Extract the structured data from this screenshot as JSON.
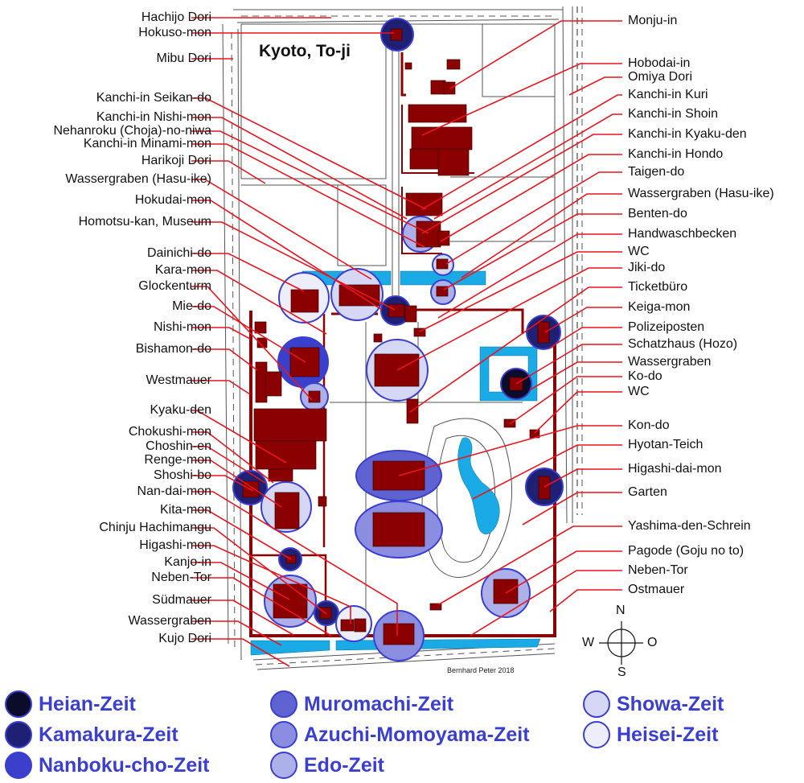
{
  "map": {
    "title": "Kyoto, To-ji",
    "credit": "Bernhard Peter 2018",
    "colors": {
      "building": "#8b0000",
      "water": "#1aabe6",
      "leader": "#e8141e",
      "road": "#555555",
      "legend_text": "#3b3fcf",
      "legend_border": "#3b3fcf"
    },
    "compass": {
      "north": "N",
      "south": "S",
      "west": "W",
      "east": "O"
    }
  },
  "labels_left": [
    {
      "text": "Hachijo Dori"
    },
    {
      "text": "Hokuso-mon"
    },
    {
      "text": "Mibu Dori"
    },
    {
      "text": "Kanchi-in Seikan-do"
    },
    {
      "text": "Kanchi-in Nishi-mon"
    },
    {
      "text": "Nehanroku (Choja)-no-niwa"
    },
    {
      "text": "Kanchi-in Minami-mon"
    },
    {
      "text": "Harikoji Dori"
    },
    {
      "text": "Wassergraben (Hasu-ike)"
    },
    {
      "text": "Hokudai-mon"
    },
    {
      "text": "Homotsu-kan, Museum"
    },
    {
      "text": "Dainichi-do"
    },
    {
      "text": "Kara-mon"
    },
    {
      "text": "Glockenturm"
    },
    {
      "text": "Mie-do"
    },
    {
      "text": "Nishi-mon"
    },
    {
      "text": "Bishamon-do"
    },
    {
      "text": "Westmauer"
    },
    {
      "text": "Kyaku-den"
    },
    {
      "text": "Chokushi-mon"
    },
    {
      "text": "Choshin-en"
    },
    {
      "text": "Renge-mon"
    },
    {
      "text": "Shoshi-bo"
    },
    {
      "text": "Nan-dai-mon"
    },
    {
      "text": "Kita-mon"
    },
    {
      "text": "Chinju Hachimangu"
    },
    {
      "text": "Higashi-mon"
    },
    {
      "text": "Kanjo-in"
    },
    {
      "text": "Neben-Tor"
    },
    {
      "text": "Südmauer"
    },
    {
      "text": "Wassergraben"
    },
    {
      "text": "Kujo Dori"
    }
  ],
  "labels_right": [
    {
      "text": "Monju-in"
    },
    {
      "text": "Hobodai-in"
    },
    {
      "text": "Omiya Dori"
    },
    {
      "text": "Kanchi-in Kuri"
    },
    {
      "text": "Kanchi-in Shoin"
    },
    {
      "text": "Kanchi-in Kyaku-den"
    },
    {
      "text": "Kanchi-in Hondo"
    },
    {
      "text": "Taigen-do"
    },
    {
      "text": "Wassergraben (Hasu-ike)"
    },
    {
      "text": "Benten-do"
    },
    {
      "text": "Handwaschbecken"
    },
    {
      "text": "WC"
    },
    {
      "text": "Jiki-do"
    },
    {
      "text": "Ticketbüro"
    },
    {
      "text": "Keiga-mon"
    },
    {
      "text": "Polizeiposten"
    },
    {
      "text": "Schatzhaus (Hozo)"
    },
    {
      "text": "Wassergraben"
    },
    {
      "text": "Ko-do"
    },
    {
      "text": "WC"
    },
    {
      "text": "Kon-do"
    },
    {
      "text": "Hyotan-Teich"
    },
    {
      "text": "Higashi-dai-mon"
    },
    {
      "text": "Garten"
    },
    {
      "text": "Yashima-den-Schrein"
    },
    {
      "text": "Pagode (Goju no to)"
    },
    {
      "text": "Neben-Tor"
    },
    {
      "text": "Ostmauer"
    }
  ],
  "legend": [
    {
      "label": "Heian-Zeit",
      "color": "#0b0b2a"
    },
    {
      "label": "Kamakura-Zeit",
      "color": "#1f1f73"
    },
    {
      "label": "Nanboku-cho-Zeit",
      "color": "#3a3fcc"
    },
    {
      "label": "Muromachi-Zeit",
      "color": "#5f63d2"
    },
    {
      "label": "Azuchi-Momoyama-Zeit",
      "color": "#8a8de0"
    },
    {
      "label": "Edo-Zeit",
      "color": "#aeb0ea"
    },
    {
      "label": "Showa-Zeit",
      "color": "#d6d7f4"
    },
    {
      "label": "Heisei-Zeit",
      "color": "#eeeefb"
    }
  ]
}
